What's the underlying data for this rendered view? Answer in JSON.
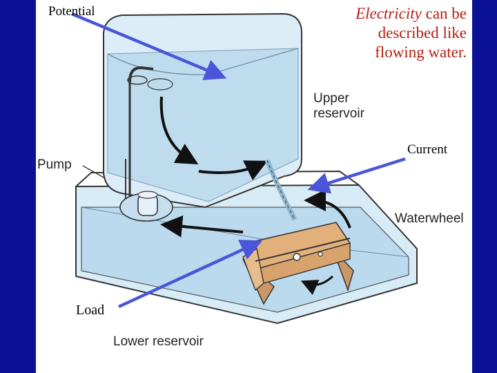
{
  "headline": {
    "emphasis": "Electricity",
    "rest": " can be",
    "line2": "described like",
    "line3": "flowing water."
  },
  "labels": {
    "potential": "Potential",
    "current": "Current",
    "load": "Load",
    "upper_reservoir_1": "Upper",
    "upper_reservoir_2": "reservoir",
    "pump": "Pump",
    "waterwheel": "Waterwheel",
    "lower_reservoir": "Lower reservoir"
  },
  "colors": {
    "background": "#0b1296",
    "headline": "#b41e12",
    "pointer_arrows": "#4a55d9",
    "water": "#c9e3f3",
    "wheel": "#e2b07b"
  }
}
